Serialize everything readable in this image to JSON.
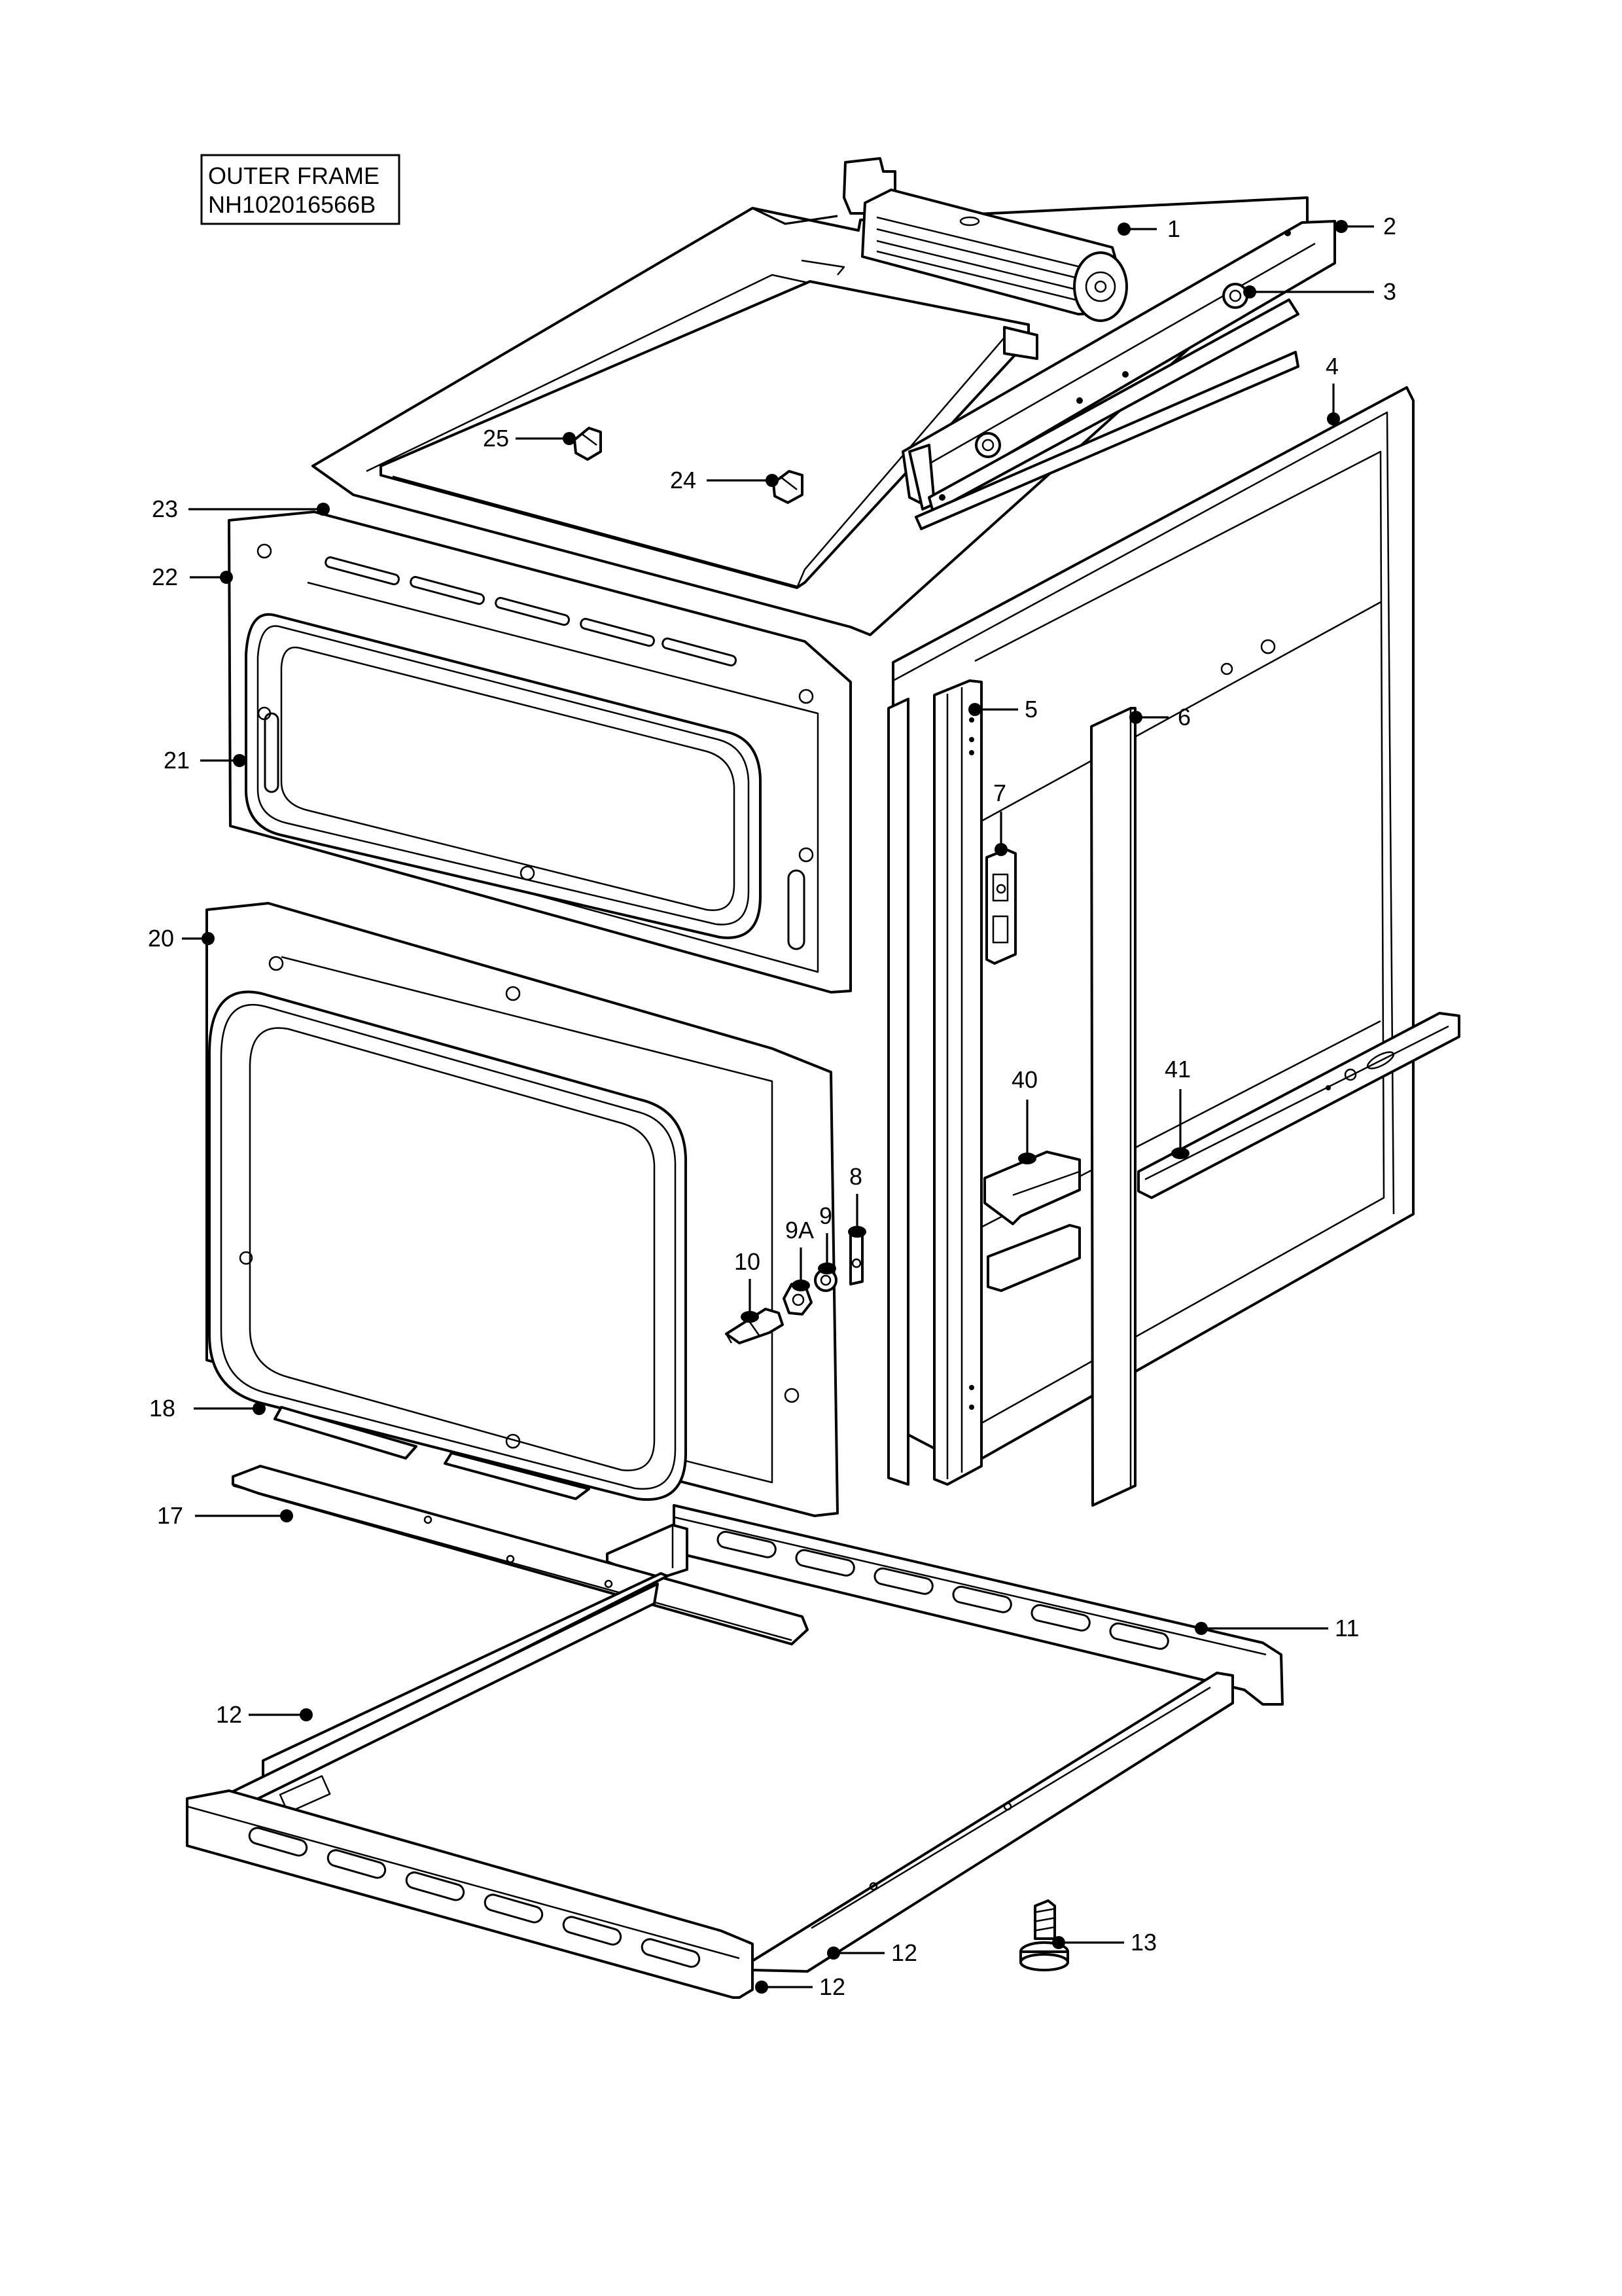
{
  "title": {
    "line1": "OUTER FRAME",
    "line2": "NH102016566B"
  },
  "callouts": [
    {
      "id": "c1",
      "label": "1"
    },
    {
      "id": "c2",
      "label": "2"
    },
    {
      "id": "c3",
      "label": "3"
    },
    {
      "id": "c4",
      "label": "4"
    },
    {
      "id": "c5",
      "label": "5"
    },
    {
      "id": "c6",
      "label": "6"
    },
    {
      "id": "c7",
      "label": "7"
    },
    {
      "id": "c8",
      "label": "8"
    },
    {
      "id": "c9",
      "label": "9"
    },
    {
      "id": "c9a",
      "label": "9A"
    },
    {
      "id": "c10",
      "label": "10"
    },
    {
      "id": "c11",
      "label": "11"
    },
    {
      "id": "c12a",
      "label": "12"
    },
    {
      "id": "c12b",
      "label": "12"
    },
    {
      "id": "c12c",
      "label": "12"
    },
    {
      "id": "c13",
      "label": "13"
    },
    {
      "id": "c17",
      "label": "17"
    },
    {
      "id": "c18",
      "label": "18"
    },
    {
      "id": "c20",
      "label": "20"
    },
    {
      "id": "c21",
      "label": "21"
    },
    {
      "id": "c22",
      "label": "22"
    },
    {
      "id": "c23",
      "label": "23"
    },
    {
      "id": "c24",
      "label": "24"
    },
    {
      "id": "c25",
      "label": "25"
    },
    {
      "id": "c40",
      "label": "40"
    },
    {
      "id": "c41",
      "label": "41"
    }
  ]
}
